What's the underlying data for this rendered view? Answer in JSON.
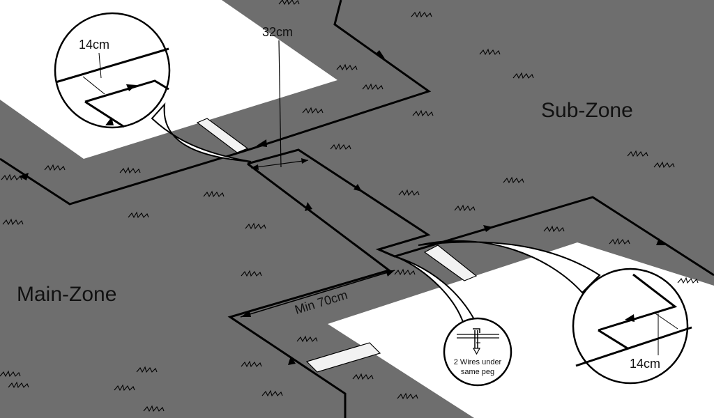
{
  "labels": {
    "main_zone": "Main-Zone",
    "sub_zone": "Sub-Zone",
    "distance_top": "32cm",
    "distance_min": "Min 70cm",
    "offset_left": "14cm",
    "offset_right": "14cm",
    "peg_note_line1": "2 Wires under",
    "peg_note_line2": "same peg"
  },
  "colors": {
    "lawn": "#6e6e6e",
    "paving": "#ffffff",
    "wire": "#000000",
    "bridge_strip": "#f2f2f2"
  },
  "icons": {
    "direction_arrow": "arrowhead-icon",
    "grass_tuft": "grass-icon",
    "peg": "peg-icon"
  }
}
